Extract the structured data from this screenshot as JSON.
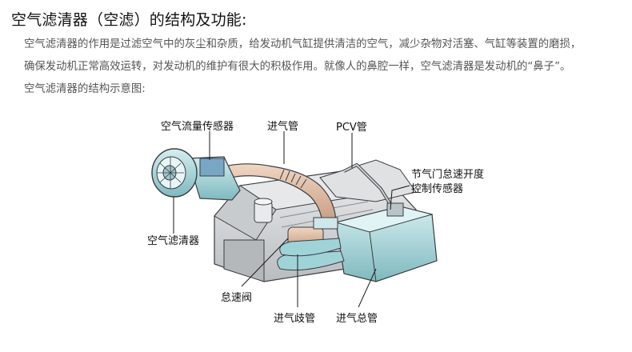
{
  "title": "空气滤清器（空滤）的结构及功能:",
  "paragraphs": [
    "空气滤清器的作用是过滤空气中的灰尘和杂质，给发动机气缸提供清洁的空气，减少杂物对活塞、气缸等装置的磨损，",
    "确保发动机正常高效运转，对发动机的维护有很大的积极作用。就像人的鼻腔一样，空气滤清器是发动机的“鼻子”。",
    "空气滤清器的结构示意图:"
  ],
  "figure": {
    "labels": {
      "air_flow_sensor": "空气流量传感器",
      "intake_pipe": "进气管",
      "pcv_pipe": "PCV管",
      "throttle_sensor_line1": "节气门怠速开度",
      "throttle_sensor_line2": "控制传感器",
      "air_filter": "空气滤清器",
      "idle_valve": "怠速阀",
      "intake_branch": "进气歧管",
      "intake_main": "进气总管"
    },
    "colors": {
      "engine_grey": "#d4d6d8",
      "pipe_tan": "#d9b49a",
      "manifold_teal": "#9fd3d8",
      "filter_teal": "#8fbec4"
    }
  }
}
